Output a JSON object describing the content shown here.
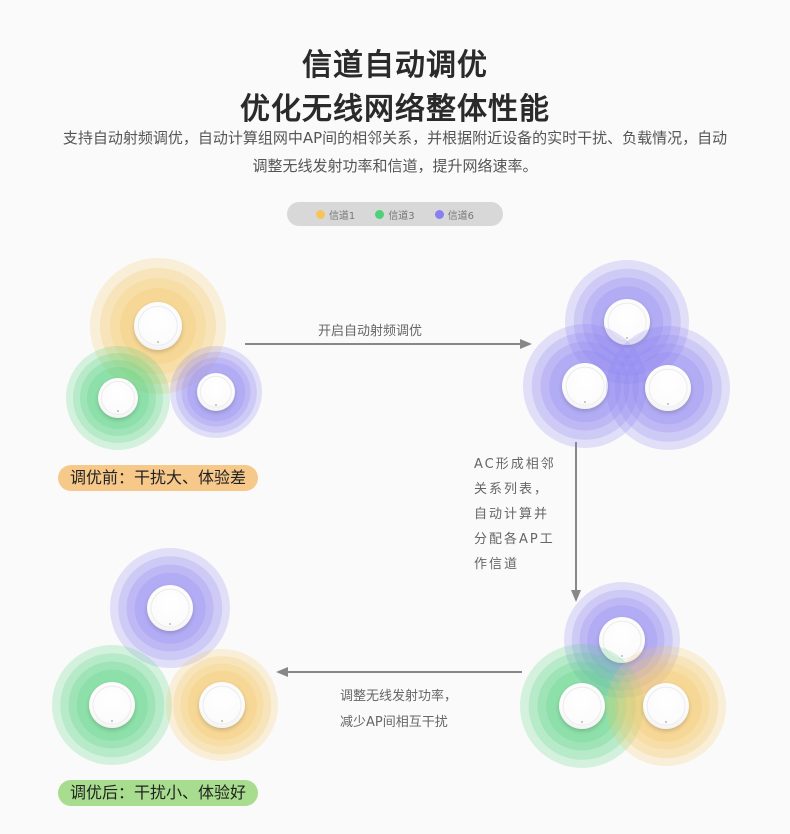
{
  "title_line1": "信道自动调优",
  "title_line2": "优化无线网络整体性能",
  "description": "支持自动射频调优，自动计算组网中AP间的相邻关系，并根据附近设备的实时干扰、负载情况，自动调整无线发射功率和信道，提升网络速率。",
  "legend": [
    {
      "label": "信道1",
      "color": "#f6c45a"
    },
    {
      "label": "信道3",
      "color": "#4fd07a"
    },
    {
      "label": "信道6",
      "color": "#8a7ff0"
    }
  ],
  "colors": {
    "channel1": "#f6c45a",
    "channel3": "#4fd07a",
    "channel6": "#8a7ff0"
  },
  "step1_label": "开启自动射频调优",
  "step2_lines": [
    "AC形成相邻",
    "关系列表，",
    "自动计算并",
    "分配各AP工",
    "作信道"
  ],
  "step3_lines": [
    "调整无线发射功率，",
    "减少AP间相互干扰"
  ],
  "before_badge": "调优前：干扰大、体验差",
  "after_badge": "调优后：干扰小、体验好",
  "badge_colors": {
    "before": "#f6c88a",
    "after": "#a8dc8e"
  }
}
